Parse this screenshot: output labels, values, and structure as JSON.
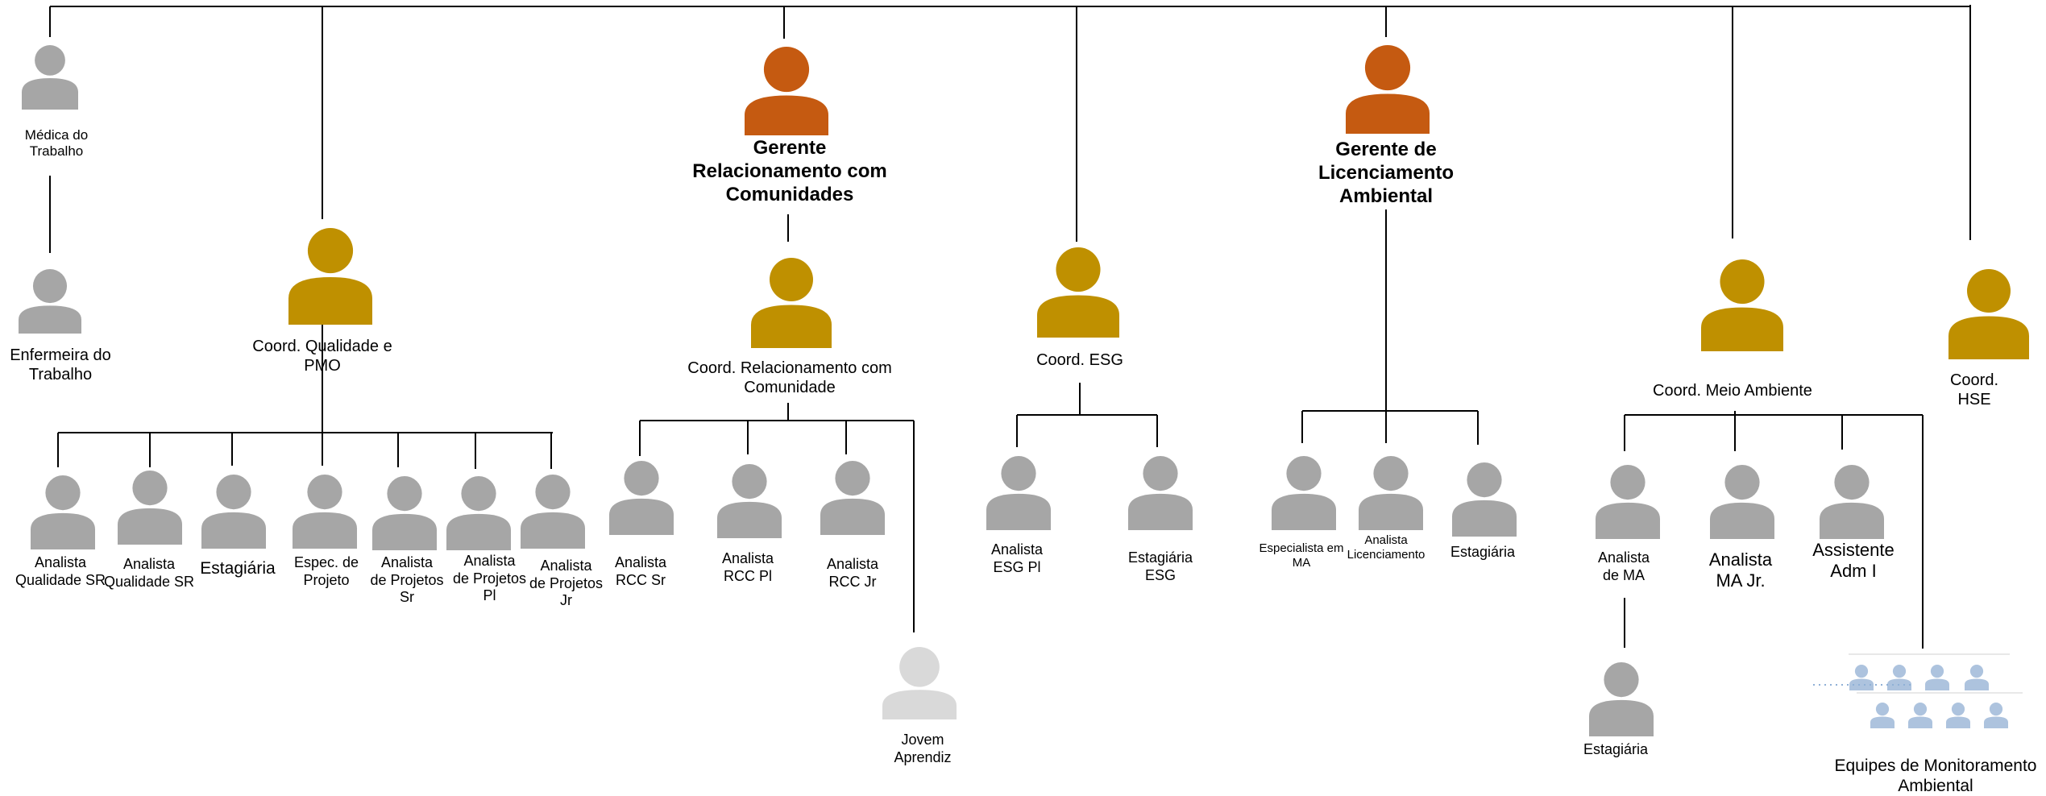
{
  "colors": {
    "manager": "#c55a11",
    "coordinator": "#bf9000",
    "staff": "#a6a6a6",
    "apprentice": "#d9d9d9",
    "team": "#adc3de",
    "line": "#000000"
  },
  "nodes": {
    "medica": "Médica do\nTrabalho",
    "enfermeira": "Enfermeira do\nTrabalho",
    "coord_qualidade": "Coord. Qualidade e\nPMO",
    "analista_qualidade_1": "Analista\nQualidade SR",
    "analista_qualidade_2": "Analista\nQualidade SR",
    "estagiaria_qualidade": "Estagiária",
    "espec_projeto": "Espec. de\nProjeto",
    "analista_projetos_sr": "Analista\nde Projetos\nSr",
    "analista_projetos_pl": "Analista\nde Projetos\nPl",
    "analista_projetos_jr": "Analista\nde Projetos\nJr",
    "gerente_rel_comunidades": "Gerente\nRelacionamento com\nComunidades",
    "coord_rel_comunidade": "Coord. Relacionamento com\nComunidade",
    "analista_rcc_sr": "Analista\nRCC Sr",
    "analista_rcc_pl": "Analista\nRCC Pl",
    "analista_rcc_jr": "Analista\nRCC Jr",
    "jovem_aprendiz": "Jovem\nAprendiz",
    "coord_esg": "Coord. ESG",
    "analista_esg_pl": "Analista\nESG Pl",
    "estagiaria_esg": "Estagiária\nESG",
    "gerente_licenciamento": "Gerente de\nLicenciamento\nAmbiental",
    "especialista_ma": "Especialista em\nMA",
    "analista_licenciamento": "Analista\nLicenciamento",
    "estagiaria_licenciamento": "Estagiária",
    "coord_meio_ambiente": "Coord. Meio Ambiente",
    "analista_ma": "Analista\nde MA",
    "analista_ma_jr": "Analista\nMA Jr.",
    "assistente_adm": "Assistente\nAdm I",
    "estagiaria_ma": "Estagiária",
    "equipes_monitoramento": "Equipes de Monitoramento\nAmbiental",
    "coord_hse": "Coord.\nHSE"
  }
}
